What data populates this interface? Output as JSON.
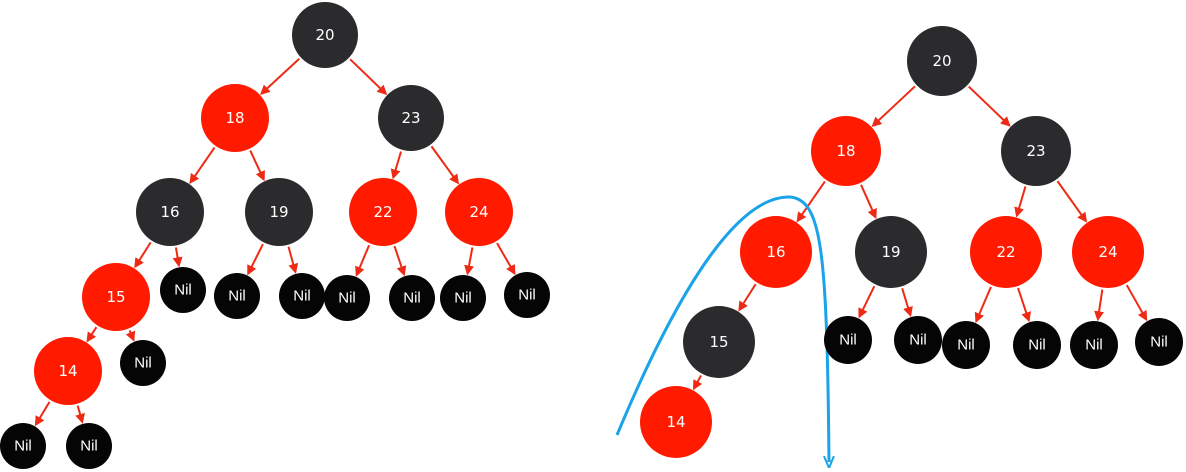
{
  "colors": {
    "red": "#ff1a00",
    "black": "#2b2b2d",
    "nil": "#050505",
    "edge": "#ee2a14",
    "rotation": "#1aa3e8"
  },
  "trees": [
    {
      "id": "before",
      "nodes": [
        {
          "id": "n20",
          "label": "20",
          "color": "black"
        },
        {
          "id": "n18",
          "label": "18",
          "color": "red"
        },
        {
          "id": "n23",
          "label": "23",
          "color": "black"
        },
        {
          "id": "n16",
          "label": "16",
          "color": "black"
        },
        {
          "id": "n19",
          "label": "19",
          "color": "black"
        },
        {
          "id": "n22",
          "label": "22",
          "color": "red"
        },
        {
          "id": "n24",
          "label": "24",
          "color": "red"
        },
        {
          "id": "n15",
          "label": "15",
          "color": "red"
        },
        {
          "id": "nil16r",
          "label": "Nil",
          "color": "nil"
        },
        {
          "id": "nil19l",
          "label": "Nil",
          "color": "nil"
        },
        {
          "id": "nil19r",
          "label": "Nil",
          "color": "nil"
        },
        {
          "id": "nil22l",
          "label": "Nil",
          "color": "nil"
        },
        {
          "id": "nil22r",
          "label": "Nil",
          "color": "nil"
        },
        {
          "id": "nil24l",
          "label": "Nil",
          "color": "nil"
        },
        {
          "id": "nil24r",
          "label": "Nil",
          "color": "nil"
        },
        {
          "id": "n14",
          "label": "14",
          "color": "red"
        },
        {
          "id": "nil15r",
          "label": "Nil",
          "color": "nil"
        },
        {
          "id": "nil14l",
          "label": "Nil",
          "color": "nil"
        },
        {
          "id": "nil14r",
          "label": "Nil",
          "color": "nil"
        }
      ],
      "edges": [
        [
          "n20",
          "n18"
        ],
        [
          "n20",
          "n23"
        ],
        [
          "n18",
          "n16"
        ],
        [
          "n18",
          "n19"
        ],
        [
          "n23",
          "n22"
        ],
        [
          "n23",
          "n24"
        ],
        [
          "n16",
          "n15"
        ],
        [
          "n16",
          "nil16r"
        ],
        [
          "n19",
          "nil19l"
        ],
        [
          "n19",
          "nil19r"
        ],
        [
          "n22",
          "nil22l"
        ],
        [
          "n22",
          "nil22r"
        ],
        [
          "n24",
          "nil24l"
        ],
        [
          "n24",
          "nil24r"
        ],
        [
          "n15",
          "n14"
        ],
        [
          "n15",
          "nil15r"
        ],
        [
          "n14",
          "nil14l"
        ],
        [
          "n14",
          "nil14r"
        ]
      ]
    },
    {
      "id": "after",
      "nodes": [
        {
          "id": "m20",
          "label": "20",
          "color": "black"
        },
        {
          "id": "m18",
          "label": "18",
          "color": "red"
        },
        {
          "id": "m23",
          "label": "23",
          "color": "black"
        },
        {
          "id": "m16",
          "label": "16",
          "color": "red"
        },
        {
          "id": "m19",
          "label": "19",
          "color": "black"
        },
        {
          "id": "m22",
          "label": "22",
          "color": "red"
        },
        {
          "id": "m24",
          "label": "24",
          "color": "red"
        },
        {
          "id": "m15",
          "label": "15",
          "color": "black"
        },
        {
          "id": "mnil16r",
          "label": "Nil",
          "color": "nil"
        },
        {
          "id": "mnil19r",
          "label": "Nil",
          "color": "nil"
        },
        {
          "id": "mnil22l",
          "label": "Nil",
          "color": "nil"
        },
        {
          "id": "mnil22r",
          "label": "Nil",
          "color": "nil"
        },
        {
          "id": "mnil24l",
          "label": "Nil",
          "color": "nil"
        },
        {
          "id": "mnil24r",
          "label": "Nil",
          "color": "nil"
        },
        {
          "id": "m14",
          "label": "14",
          "color": "red"
        }
      ],
      "edges": [
        [
          "m20",
          "m18"
        ],
        [
          "m20",
          "m23"
        ],
        [
          "m18",
          "m16"
        ],
        [
          "m18",
          "m19"
        ],
        [
          "m23",
          "m22"
        ],
        [
          "m23",
          "m24"
        ],
        [
          "m16",
          "m15"
        ],
        [
          "m19",
          "mnil16r"
        ],
        [
          "m19",
          "mnil19r"
        ],
        [
          "m22",
          "mnil22l"
        ],
        [
          "m22",
          "mnil22r"
        ],
        [
          "m24",
          "mnil24l"
        ],
        [
          "m24",
          "mnil24r"
        ],
        [
          "m15",
          "m14"
        ]
      ]
    }
  ]
}
